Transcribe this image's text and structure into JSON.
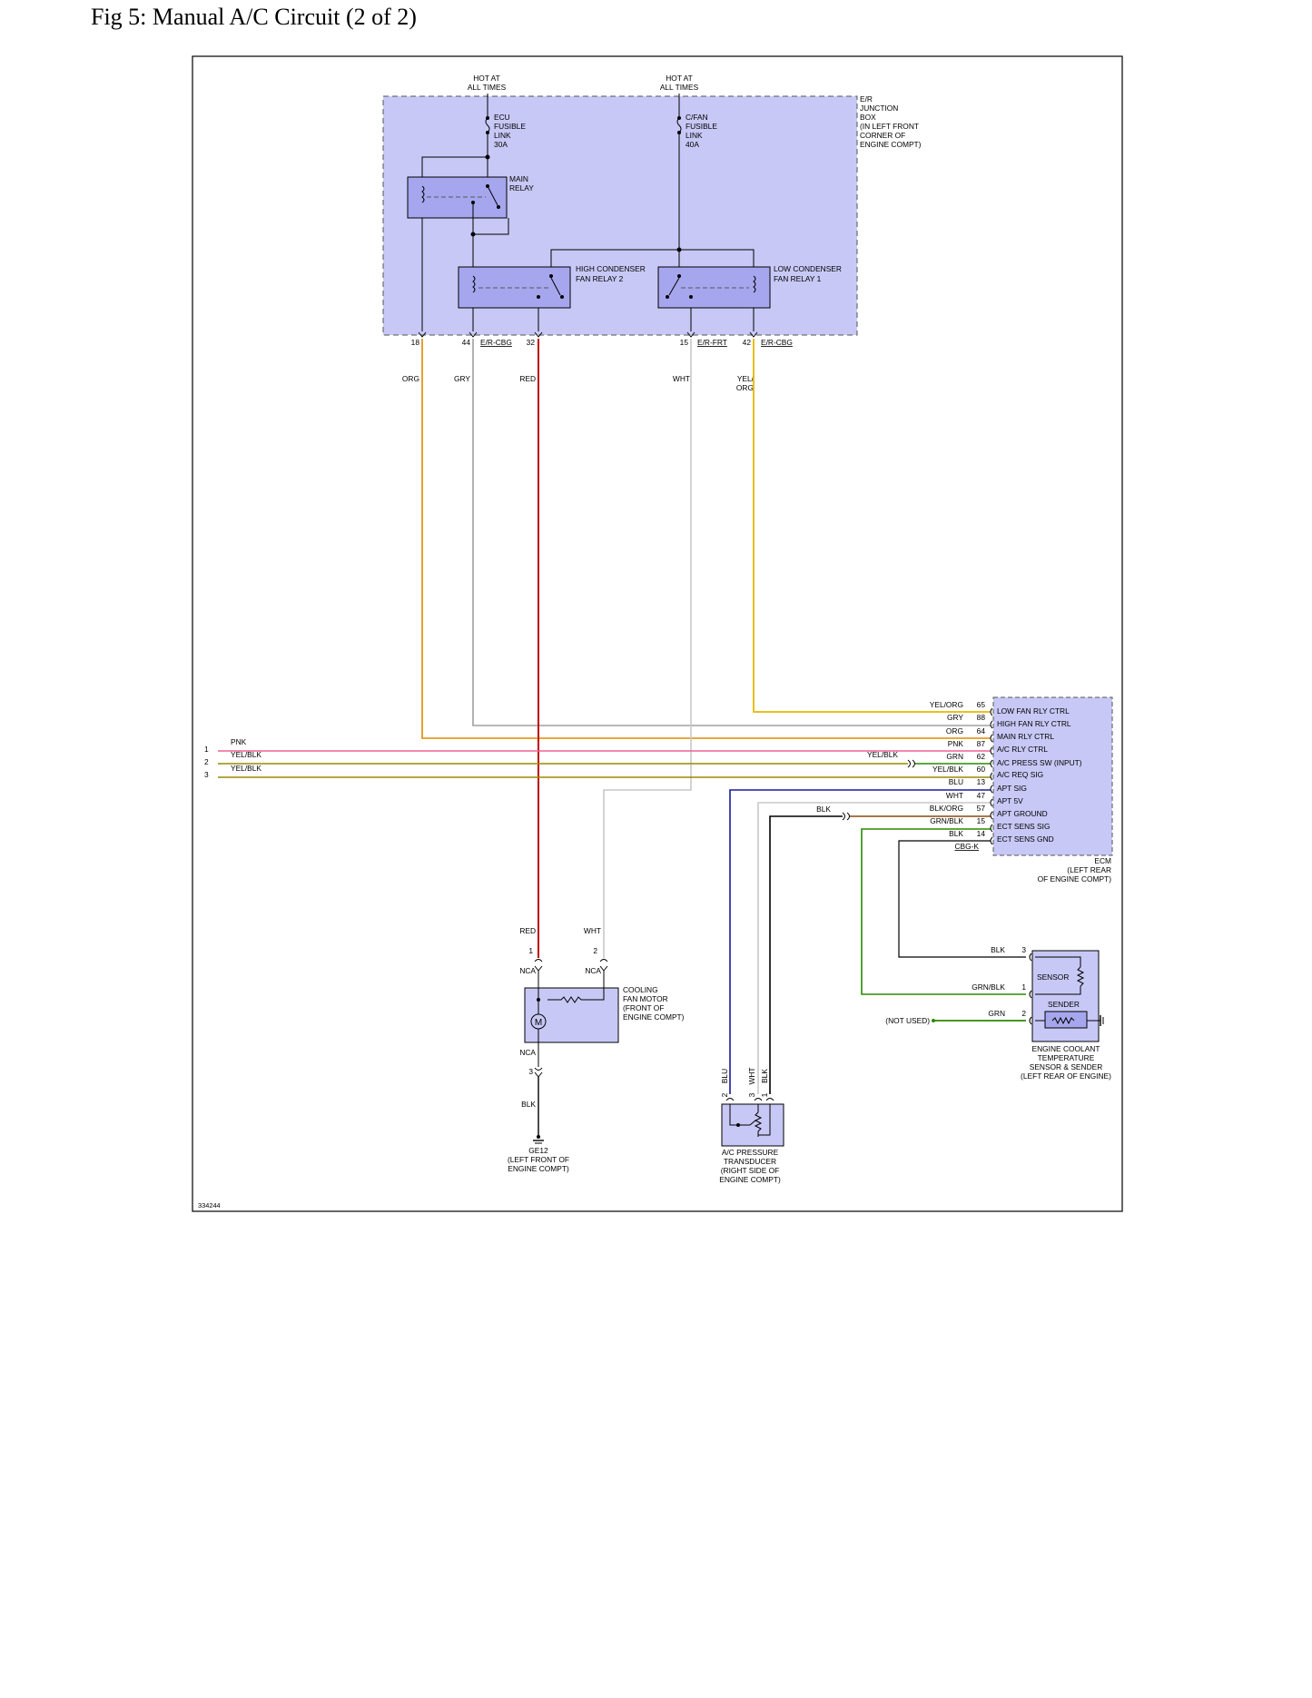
{
  "page": {
    "title": "Fig 5: Manual A/C Circuit (2 of 2)"
  },
  "diagram": {
    "figure_id": "334244",
    "hot_left": [
      "HOT AT",
      "ALL TIMES"
    ],
    "hot_right": [
      "HOT AT",
      "ALL TIMES"
    ],
    "junction_box": [
      "E/R",
      "JUNCTION",
      "BOX",
      "(IN LEFT FRONT",
      "CORNER OF",
      "ENGINE COMPT)"
    ],
    "fuse_ecu": [
      "ECU",
      "FUSIBLE",
      "LINK",
      "30A"
    ],
    "fuse_cfan": [
      "C/FAN",
      "FUSIBLE",
      "LINK",
      "40A"
    ],
    "main_relay": [
      "MAIN",
      "RELAY"
    ],
    "high_relay": [
      "HIGH CONDENSER",
      "FAN RELAY 2"
    ],
    "low_relay": [
      "LOW CONDENSER",
      "FAN RELAY 1"
    ],
    "jb_pins": {
      "p18": "18",
      "p44": "44",
      "p32": "32",
      "p15": "15",
      "p42": "42",
      "conn_cbg_1": "E/R-CBG",
      "conn_frt": "E/R-FRT",
      "conn_cbg_2": "E/R-CBG"
    },
    "wire_colors_top": {
      "org": "ORG",
      "gry": "GRY",
      "red": "RED",
      "wht": "WHT",
      "yel_org": [
        "YEL/",
        "ORG"
      ]
    },
    "left_wires": [
      {
        "num": "1",
        "color": "PNK"
      },
      {
        "num": "2",
        "color": "YEL/BLK"
      },
      {
        "num": "3",
        "color": "YEL/BLK"
      }
    ],
    "yel_blk_inline": "YEL/BLK",
    "ecm_pins": [
      {
        "color": "YEL/ORG",
        "pin": "65",
        "label": "LOW FAN RLY CTRL"
      },
      {
        "color": "GRY",
        "pin": "88",
        "label": "HIGH FAN RLY CTRL"
      },
      {
        "color": "ORG",
        "pin": "64",
        "label": "MAIN RLY CTRL"
      },
      {
        "color": "PNK",
        "pin": "87",
        "label": "A/C RLY CTRL"
      },
      {
        "color": "GRN",
        "pin": "62",
        "label": "A/C PRESS SW (INPUT)"
      },
      {
        "color": "YEL/BLK",
        "pin": "60",
        "label": "A/C REQ SIG"
      },
      {
        "color": "BLU",
        "pin": "13",
        "label": "APT SIG"
      },
      {
        "color": "WHT",
        "pin": "47",
        "label": "APT 5V"
      },
      {
        "color": "BLK/ORG",
        "pin": "57",
        "label": "APT GROUND"
      },
      {
        "color": "GRN/BLK",
        "pin": "15",
        "label": "ECT SENS SIG"
      },
      {
        "color": "BLK",
        "pin": "14",
        "label": "ECT SENS GND"
      }
    ],
    "ecm_conn": "CBG-K",
    "ecm_name": [
      "ECM",
      "(LEFT REAR",
      "OF ENGINE COMPT)"
    ],
    "blk_inline": "BLK",
    "fan_motor": {
      "red": "RED",
      "wht": "WHT",
      "pin1": "1",
      "pin2": "2",
      "nca_left": "NCA",
      "nca_right": "NCA",
      "name": [
        "COOLING",
        "FAN MOTOR",
        "(FRONT OF",
        "ENGINE COMPT)"
      ],
      "motor": "M",
      "nca_bottom": "NCA",
      "pin3": "3",
      "blk": "BLK"
    },
    "ground": [
      "GE12",
      "(LEFT FRONT OF",
      "ENGINE COMPT)"
    ],
    "apt": {
      "wire_blu": "BLU",
      "wire_wht": "WHT",
      "wire_blk": "BLK",
      "pin2": "2",
      "pin3": "3",
      "pin1": "1",
      "name": [
        "A/C PRESSURE",
        "TRANSDUCER",
        "(RIGHT SIDE OF",
        "ENGINE COMPT)"
      ]
    },
    "ect": {
      "blk": "BLK",
      "pin3": "3",
      "grn_blk": "GRN/BLK",
      "pin1": "1",
      "grn": "GRN",
      "pin2": "2",
      "not_used": "(NOT USED)",
      "sensor": "SENSOR",
      "sender": "SENDER",
      "name": [
        "ENGINE COOLANT",
        "TEMPERATURE",
        "SENSOR & SENDER",
        "(LEFT REAR OF ENGINE)"
      ]
    },
    "colors": {
      "org": "#e08a00",
      "gry": "#a0a0a0",
      "red": "#c00000",
      "wht": "#c8c8c8",
      "yel": "#e8b800",
      "pnk": "#f06090",
      "yelblk": "#9a8a00",
      "grn": "#2a8a00",
      "blu": "#1a1aa0",
      "brn": "#8a4a10",
      "blk": "#000000",
      "box_fill": "#c8c8f6",
      "relay_fill": "#a6a6ee"
    }
  }
}
